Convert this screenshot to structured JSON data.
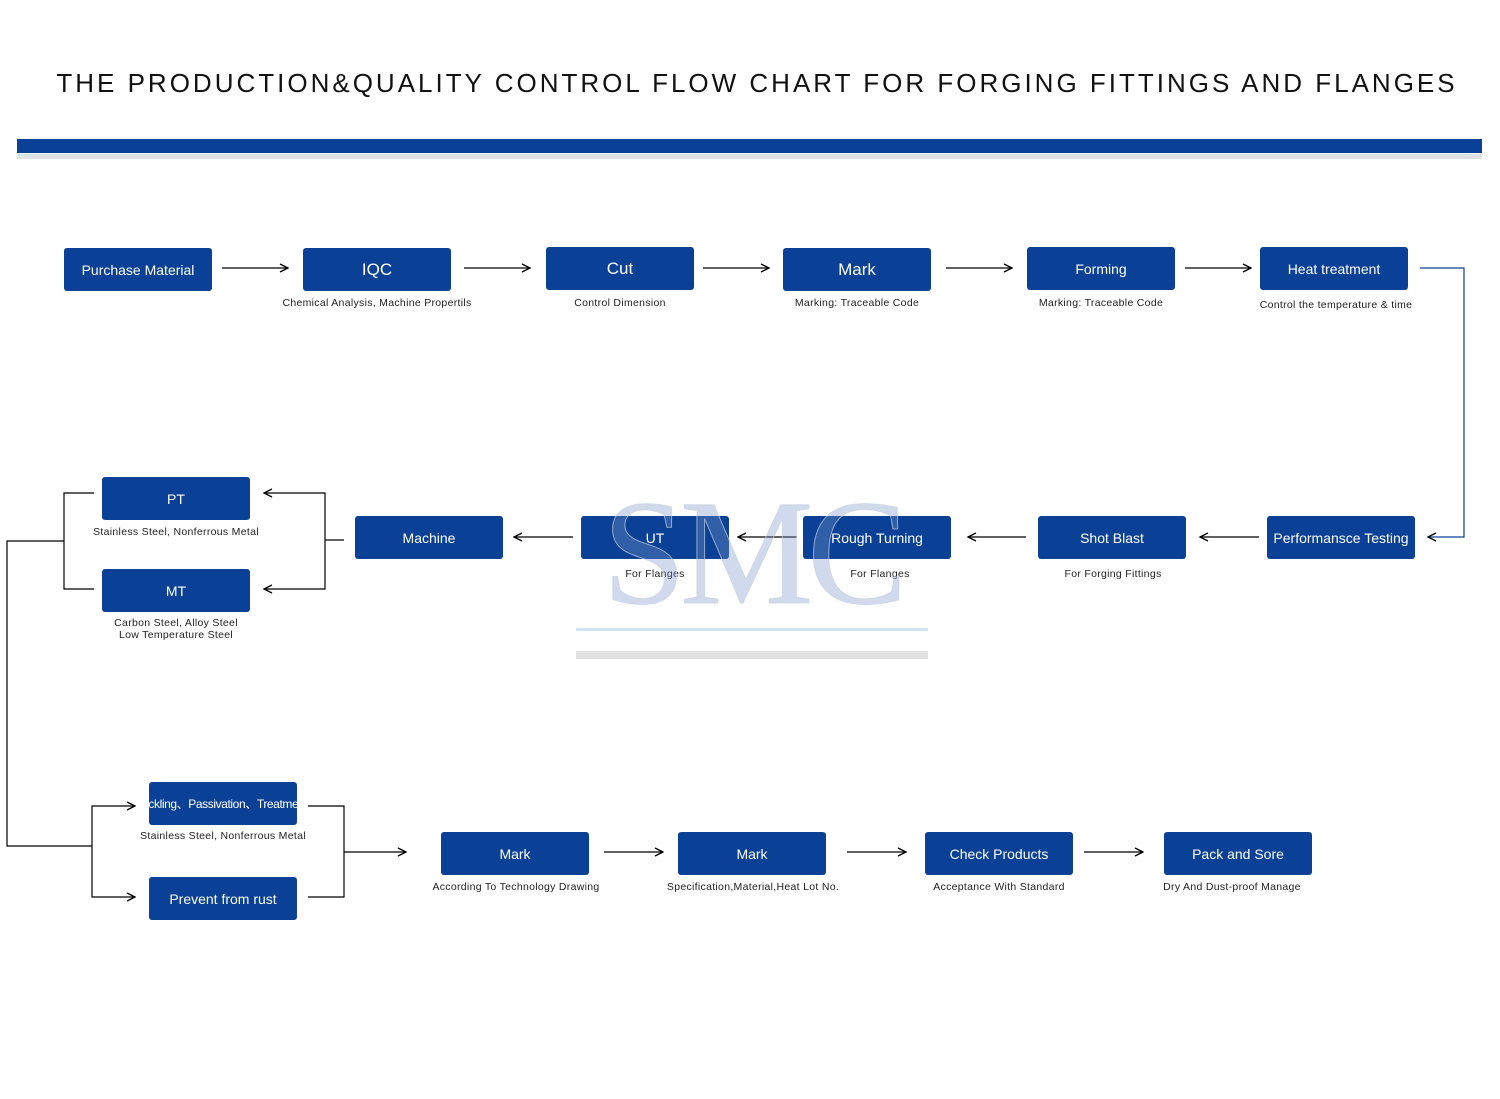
{
  "title": "THE PRODUCTION&QUALITY CONTROL FLOW CHART FOR FORGING FITTINGS AND FLANGES",
  "watermark": "SMC",
  "colors": {
    "box": "#0a4196",
    "rule_blue": "#0a4196",
    "rule_grey": "#dde3e3",
    "line": "#0a4196",
    "arrow": "#000000"
  },
  "row1": {
    "purchase": {
      "label": "Purchase Material",
      "note": ""
    },
    "iqc": {
      "label": "IQC",
      "note": "Chemical  Analysis,  Machine Propertils"
    },
    "cut": {
      "label": "Cut",
      "note": "Control Dimension"
    },
    "mark": {
      "label": "Mark",
      "note": "Marking: Traceable  Code"
    },
    "forming": {
      "label": "Forming",
      "note": "Marking: Traceable  Code"
    },
    "heat": {
      "label": "Heat treatment",
      "note": "Control the  temperature  &  time"
    }
  },
  "row2": {
    "performance": {
      "label": "Performansce Testing",
      "note": ""
    },
    "shot": {
      "label": "Shot Blast",
      "note": "For  Forging  Fittings"
    },
    "rough": {
      "label": "Rough Turning",
      "note": "For  Flanges"
    },
    "ut": {
      "label": "UT",
      "note": "For  Flanges"
    },
    "machine": {
      "label": "Machine",
      "note": ""
    },
    "pt": {
      "label": "PT",
      "note": "Stainless Steel, Nonferrous Metal"
    },
    "mt": {
      "label": "MT",
      "note_line1": "Carbon Steel, Alloy Steel",
      "note_line2": "Low Temperature Steel"
    }
  },
  "row3": {
    "pickling": {
      "label": "Pickling、Passivation、Treatment",
      "note": "Stainless Steel, Nonferrous Metal"
    },
    "rust": {
      "label": "Prevent from rust",
      "note": ""
    },
    "mark1": {
      "label": "Mark",
      "note": "According To Technology Drawing"
    },
    "mark2": {
      "label": "Mark",
      "note": "Specification,Material,Heat Lot No."
    },
    "check": {
      "label": "Check Products",
      "note": "Acceptance  With  Standard"
    },
    "pack": {
      "label": "Pack and Sore",
      "note": "Dry  And Dust-proof  Manage"
    }
  }
}
